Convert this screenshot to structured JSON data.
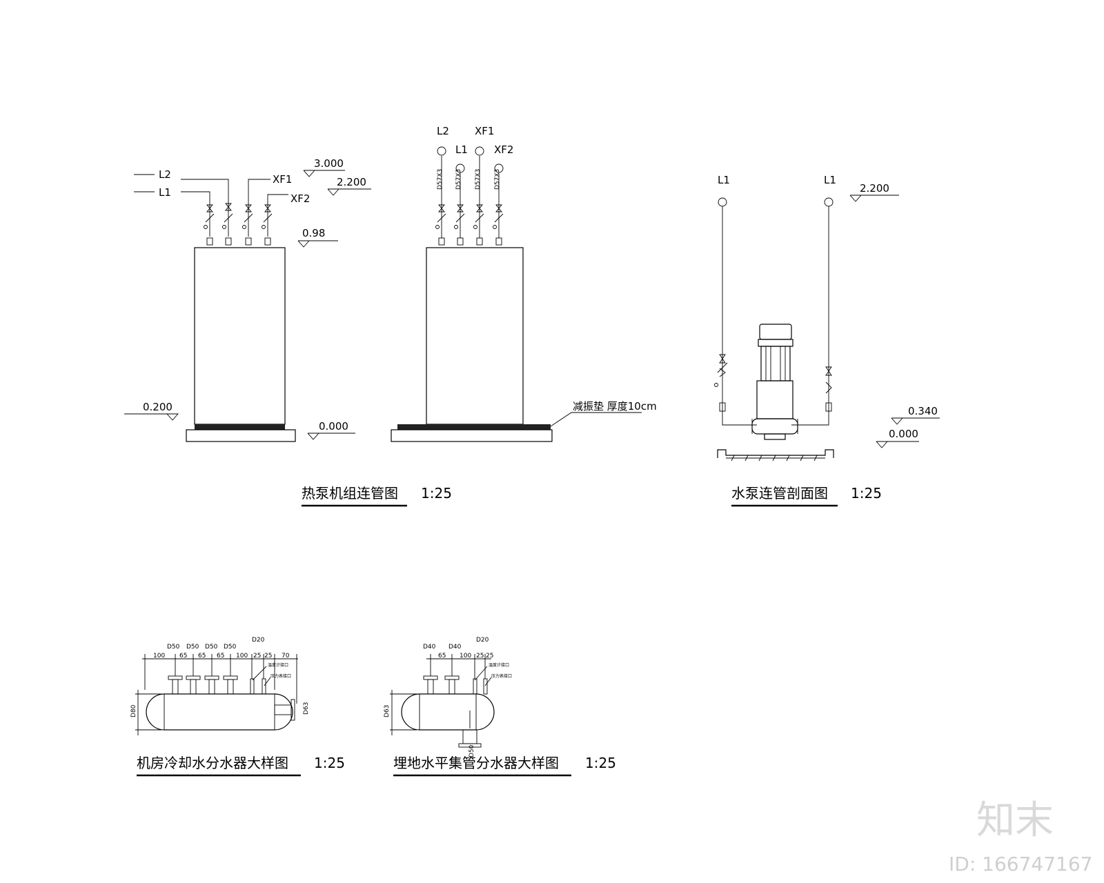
{
  "heat_pump": {
    "labels": {
      "l2": "L2",
      "l1": "L1",
      "xf1": "XF1",
      "xf2": "XF2"
    },
    "elevations": {
      "e3000": "3.000",
      "e2200": "2.200",
      "e098": "0.98",
      "e0200": "0.200",
      "e0000": "0.000"
    },
    "title": "热泵机组连管图",
    "scale": "1:25"
  },
  "heat_pump_side": {
    "labels": {
      "l2": "L2",
      "l1": "L1",
      "xf1": "XF1",
      "xf2": "XF2"
    },
    "pipe_spec": "D57X3",
    "pad_note": "减振垫 厚度10cm"
  },
  "water_pump": {
    "labels": {
      "l1_left": "L1",
      "l1_right": "L1"
    },
    "elevations": {
      "e2200": "2.200",
      "e0340": "0.340",
      "e0000": "0.000"
    },
    "title": "水泵连管剖面图",
    "scale": "1:25"
  },
  "distributor": {
    "pipes": [
      "D50",
      "D50",
      "D50",
      "D50",
      "D20"
    ],
    "dims": [
      "100",
      "65",
      "65",
      "65",
      "100",
      "25",
      "25",
      "70"
    ],
    "height_dim": "D80",
    "outlet": "D63",
    "notes": [
      "温度计接口",
      "压力表接口"
    ],
    "title": "机房冷却水分水器大样图",
    "scale": "1:25"
  },
  "collector": {
    "pipes": [
      "D40",
      "D40",
      "D20"
    ],
    "dims": [
      "65",
      "100",
      "25",
      "25"
    ],
    "height_dim": "D63",
    "bottom_pipe": "D50",
    "notes": [
      "温度计接口",
      "压力表接口"
    ],
    "title": "埋地水平集管分水器大样图",
    "scale": "1:25"
  },
  "watermark": {
    "brand": "知末",
    "id": "ID: 166747167"
  }
}
